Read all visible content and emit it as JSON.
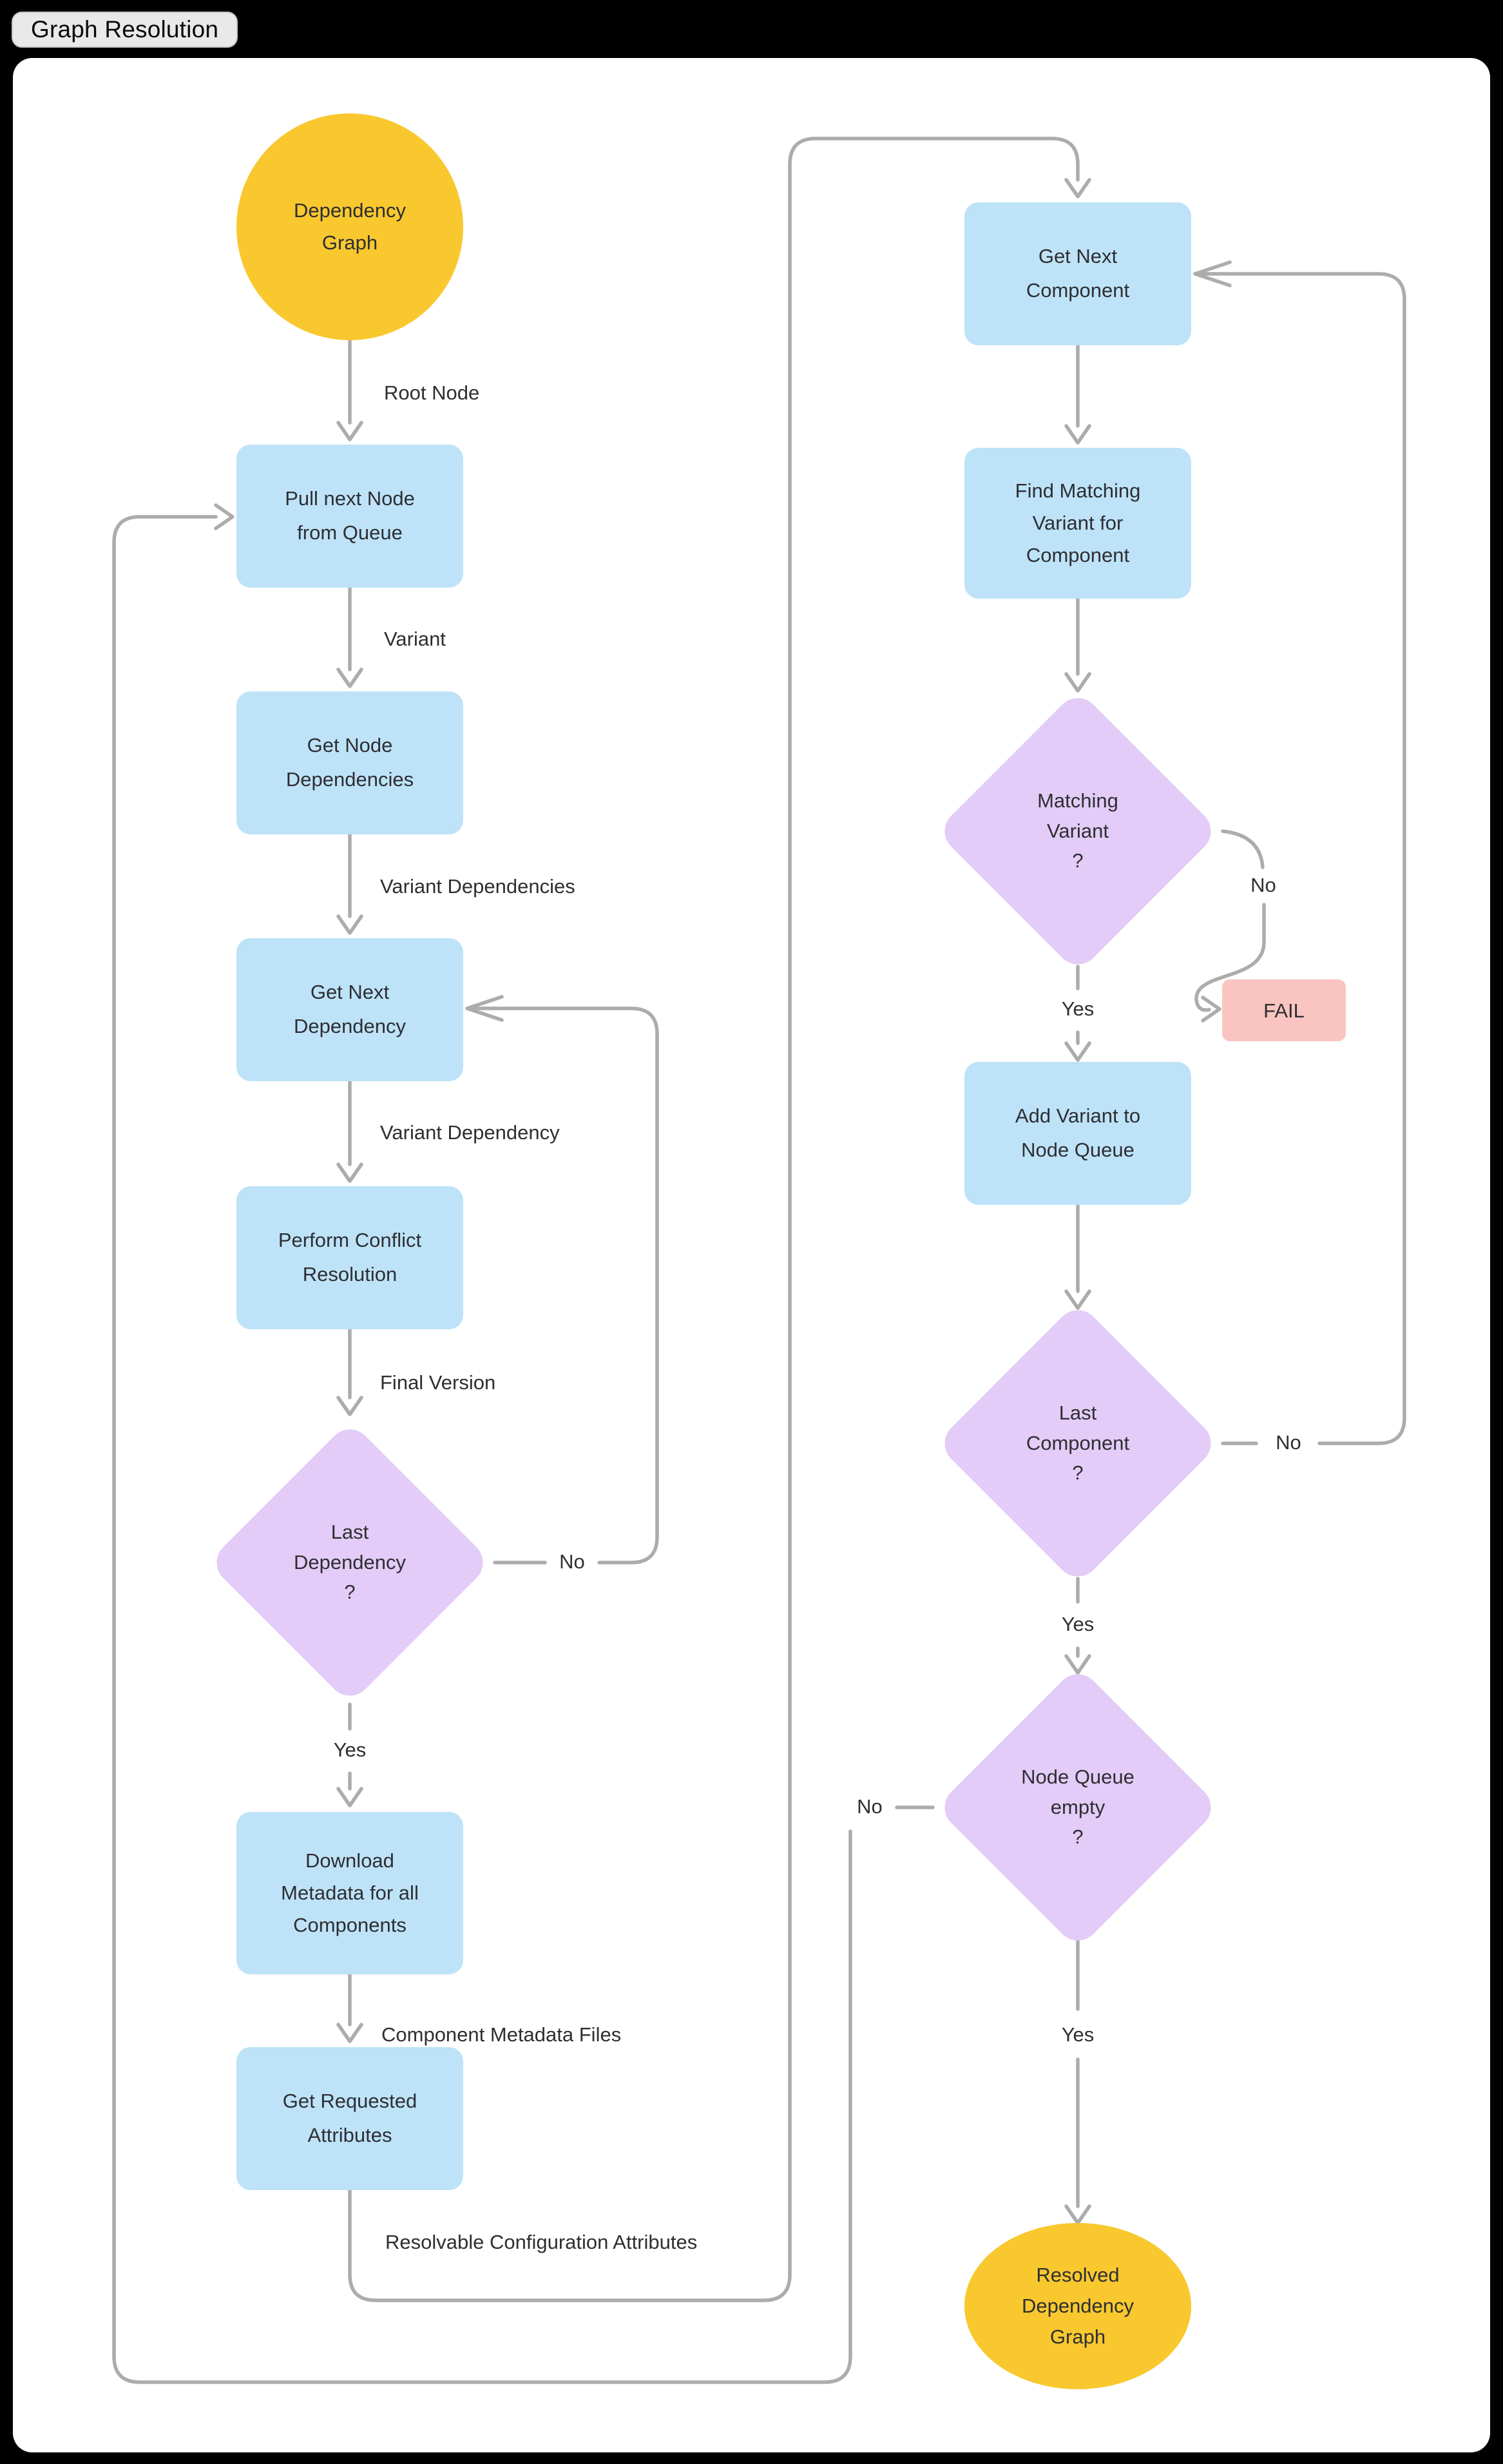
{
  "title": "Graph Resolution",
  "colors": {
    "page_bg": "#000000",
    "canvas_bg": "#ffffff",
    "badge_bg": "#e9e9e9",
    "badge_border": "#c6c6c6",
    "process_fill": "#bee3f8",
    "decision_fill": "#e3ccf7",
    "terminal_fill": "#f8c82e",
    "fail_fill": "#fac5c0",
    "connector": "#acacac",
    "text": "#2e2e33"
  },
  "flowchart": {
    "nodes": {
      "dependency_graph": {
        "label": "Dependency\nGraph",
        "type": "terminal"
      },
      "pull_next_node": {
        "label": "Pull next Node\nfrom Queue",
        "type": "process"
      },
      "get_node_dependencies": {
        "label": "Get Node\nDependencies",
        "type": "process"
      },
      "get_next_dependency": {
        "label": "Get Next\nDependency",
        "type": "process"
      },
      "perform_conflict_resolution": {
        "label": "Perform Conflict\nResolution",
        "type": "process"
      },
      "last_dependency": {
        "label": "Last\nDependency\n?",
        "type": "decision"
      },
      "download_metadata": {
        "label": "Download\nMetadata for all\nComponents",
        "type": "process"
      },
      "get_requested_attributes": {
        "label": "Get Requested\nAttributes",
        "type": "process"
      },
      "get_next_component": {
        "label": "Get Next\nComponent",
        "type": "process"
      },
      "find_matching_variant": {
        "label": "Find Matching\nVariant for\nComponent",
        "type": "process"
      },
      "matching_variant": {
        "label": "Matching\nVariant\n?",
        "type": "decision"
      },
      "fail": {
        "label": "FAIL",
        "type": "fail"
      },
      "add_variant_to_node_queue": {
        "label": "Add Variant to\nNode Queue",
        "type": "process"
      },
      "last_component": {
        "label": "Last\nComponent\n?",
        "type": "decision"
      },
      "node_queue_empty": {
        "label": "Node Queue\nempty\n?",
        "type": "decision"
      },
      "resolved_dependency_graph": {
        "label": "Resolved\nDependency\nGraph",
        "type": "terminal"
      }
    },
    "edge_labels": {
      "root_node": "Root Node",
      "variant": "Variant",
      "variant_dependencies": "Variant Dependencies",
      "variant_dependency": "Variant Dependency",
      "final_version": "Final Version",
      "component_metadata_files": "Component Metadata Files",
      "resolvable_configuration_attributes": "Resolvable Configuration Attributes",
      "last_dependency_yes": "Yes",
      "last_dependency_no": "No",
      "matching_variant_yes": "Yes",
      "matching_variant_no": "No",
      "last_component_yes": "Yes",
      "last_component_no": "No",
      "node_queue_empty_yes": "Yes",
      "node_queue_empty_no": "No"
    }
  }
}
